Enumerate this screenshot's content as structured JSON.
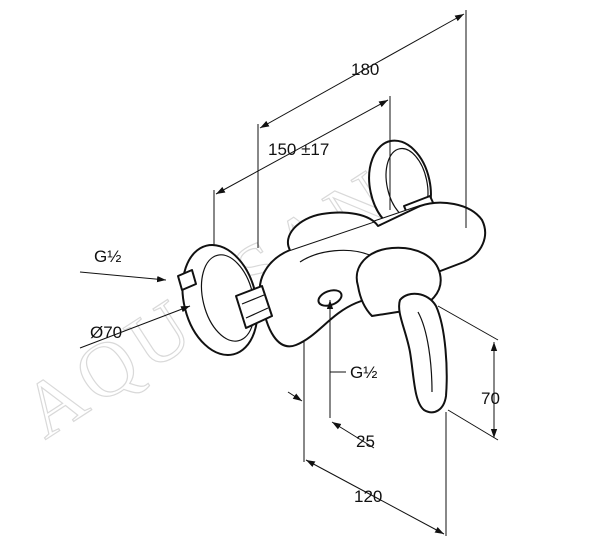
{
  "watermark": "AQUASAN",
  "dimensions": {
    "overall_length": "180",
    "center_distance": "150 ±17",
    "inlet_thread": "G½",
    "flange_diameter": "Ø70",
    "outlet_thread": "G½",
    "handle_height": "70",
    "outlet_offset": "25",
    "projection": "120"
  }
}
